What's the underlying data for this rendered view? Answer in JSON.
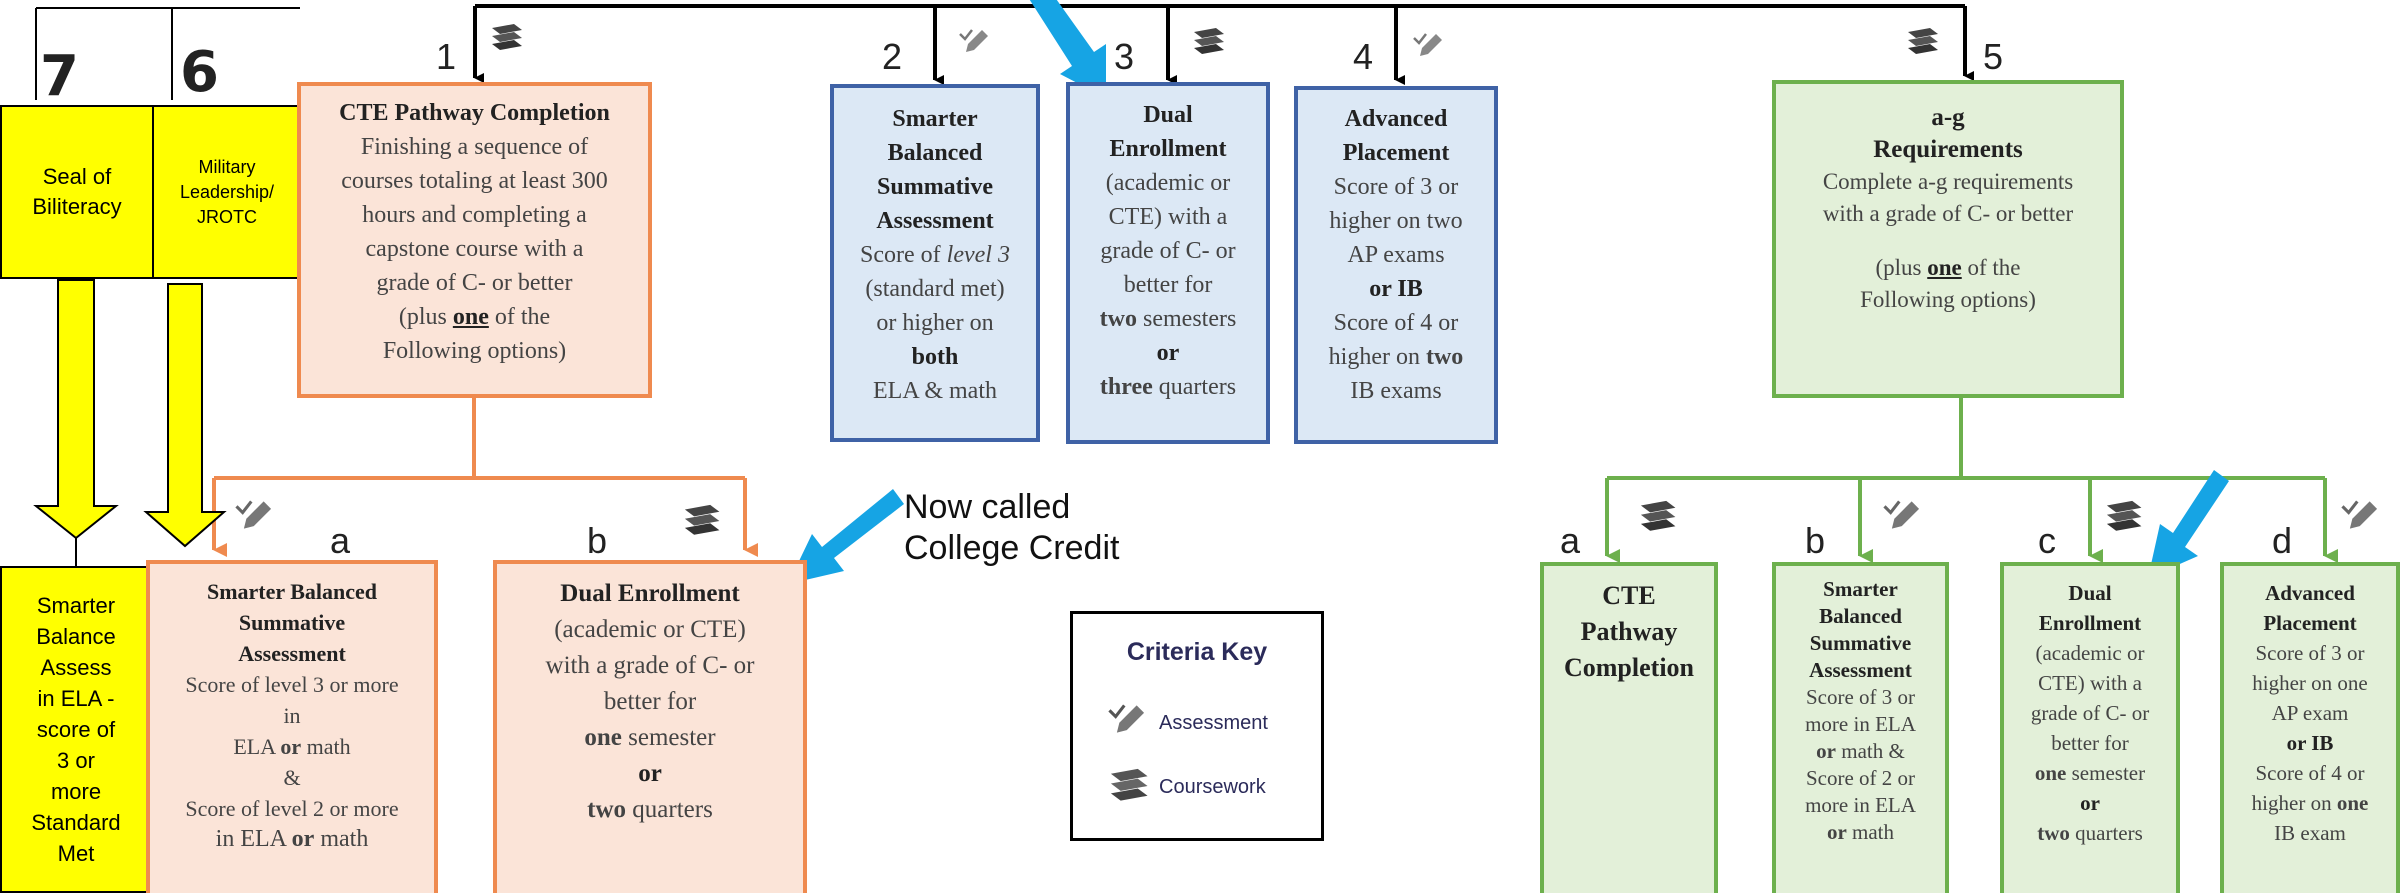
{
  "labels": {
    "n1": "1",
    "n2": "2",
    "n3": "3",
    "n4": "4",
    "n5": "5",
    "n6": "6",
    "n7": "7",
    "sub_a": "a",
    "sub_b": "b",
    "gsub_a": "a",
    "gsub_b": "b",
    "gsub_c": "c",
    "gsub_d": "d"
  },
  "yellow": {
    "seal": [
      "Seal of",
      "Biliteracy"
    ],
    "military": [
      "Military",
      "Leadership/",
      "JROTC"
    ],
    "sba": [
      "Smarter",
      "Balance",
      "Assess",
      "in ELA -",
      "score of",
      "3 or",
      "more",
      "Standard",
      "Met"
    ]
  },
  "boxes": {
    "cte": {
      "title": "CTE Pathway Completion",
      "lines": [
        "Finishing a sequence of",
        "courses totaling at least 300",
        "hours and completing a",
        "capstone course with a",
        "grade of C- or better"
      ],
      "plus_pre": "(plus ",
      "plus_em": "one",
      "plus_post": " of the",
      "following": "Following options)"
    },
    "sbac": {
      "title": [
        "Smarter",
        "Balanced",
        "Summative",
        "Assessment"
      ],
      "score_pre": "Score of ",
      "score_em": "level 3",
      "lines": [
        "(standard met)",
        "or higher on"
      ],
      "both": "both",
      "last": "ELA & math"
    },
    "dual": {
      "title": [
        "Dual",
        "Enrollment"
      ],
      "lines": [
        "(academic or",
        "CTE)  with a",
        "grade of C- or",
        "better for"
      ],
      "two": "two",
      "semesters": " semesters",
      "or": "or",
      "three": "three",
      "quarters": " quarters"
    },
    "ap": {
      "title": [
        "Advanced",
        "Placement"
      ],
      "lines": [
        "Score of 3 or",
        "higher on two",
        "AP exams"
      ],
      "or_ib": "or IB",
      "lines2": [
        "Score of 4 or"
      ],
      "higher_on": "higher on ",
      "two": "two",
      "last": "IB exams"
    },
    "ag": {
      "title": [
        "a-g",
        "Requirements"
      ],
      "lines": [
        "Complete a-g requirements",
        "with a grade of C- or better"
      ],
      "plus_pre": "(plus ",
      "plus_em": "one",
      "plus_post": " of the",
      "following": "Following options)"
    },
    "oa": {
      "title": [
        "Smarter Balanced",
        "Summative",
        "Assessment"
      ],
      "l1": "Score of level 3 or more",
      "l2": "in",
      "ela": "ELA ",
      "or": "or",
      "math": " math",
      "amp": "&",
      "l3": "Score of level 2 or more",
      "in_ela": "in ELA ",
      "or2": "or",
      "math2": " math"
    },
    "ob": {
      "title": "Dual Enrollment",
      "lines": [
        "(academic or CTE)",
        "with a grade of C- or",
        "better for"
      ],
      "one": "one",
      "semester": " semester",
      "or": "or",
      "two": "two",
      "quarters": " quarters"
    },
    "ga": {
      "title": [
        "CTE",
        "Pathway",
        "Completion"
      ]
    },
    "gb": {
      "title": [
        "Smarter",
        "Balanced",
        "Summative",
        "Assessment"
      ],
      "lines": [
        "Score of 3 or",
        "more in  ELA"
      ],
      "or": "or",
      "math": " math &",
      "lines2": [
        "Score of 2 or",
        "more in ELA"
      ],
      "or2": "or",
      "math2": " math"
    },
    "gc": {
      "title": [
        "Dual",
        "Enrollment"
      ],
      "lines": [
        "(academic or",
        "CTE)  with a",
        "grade of C- or",
        "better for"
      ],
      "one": "one",
      "semester": " semester",
      "or": "or",
      "two": "two",
      "quarters": " quarters"
    },
    "gd": {
      "title": [
        "Advanced",
        "Placement"
      ],
      "lines": [
        "Score of 3 or",
        "higher on one",
        "AP exam"
      ],
      "or_ib": "or IB",
      "lines2": [
        "Score of 4 or"
      ],
      "higher_on": "higher on ",
      "one": "one",
      "last": "IB exam"
    }
  },
  "note": [
    "Now called",
    "College Credit"
  ],
  "key": {
    "title": "Criteria Key",
    "assessment": "Assessment",
    "coursework": "Coursework"
  },
  "colors": {
    "orange": "#ef8a4f",
    "blue": "#3f62a6",
    "green": "#6db04d",
    "yellow": "#ffff00",
    "callout": "#16a4e4"
  },
  "icons": {
    "assessment": "pencil-check-icon",
    "coursework": "books-icon"
  }
}
